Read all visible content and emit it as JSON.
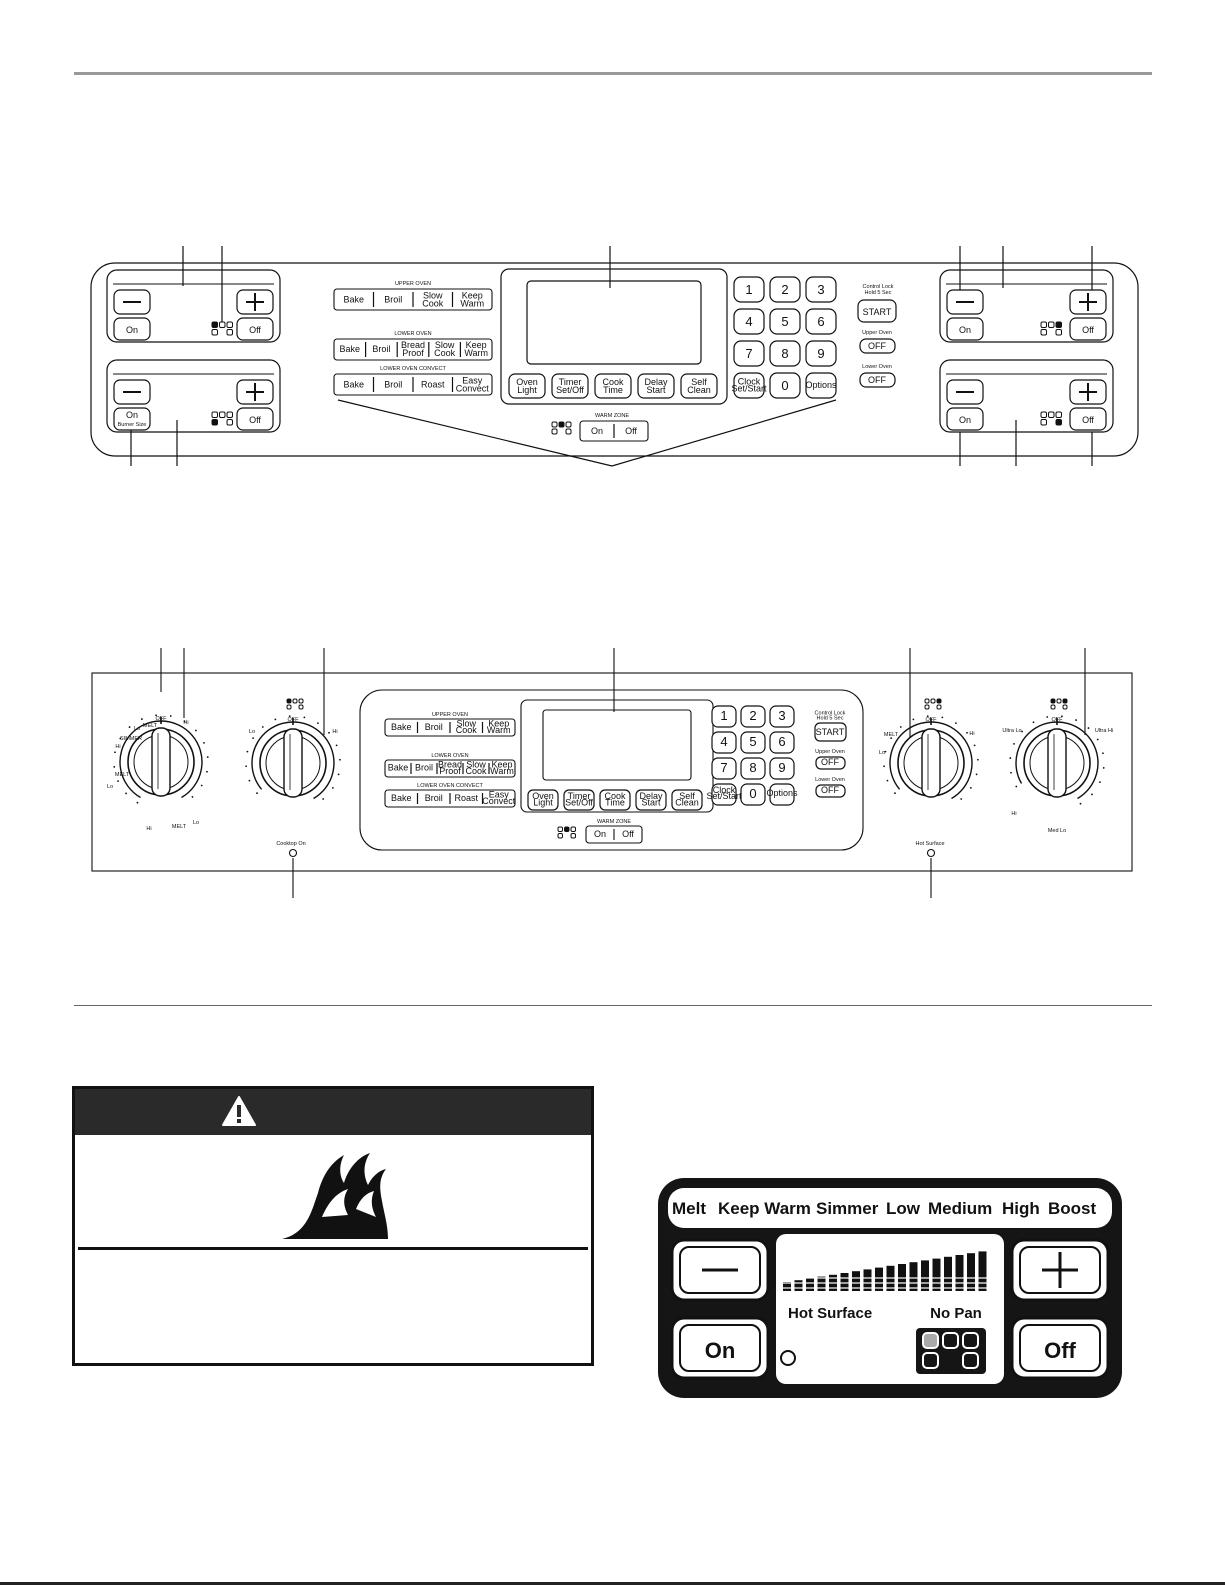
{
  "range1": {
    "upper_oven_label": "UPPER OVEN",
    "lower_oven_label": "LOWER OVEN",
    "lower_convect_label": "LOWER OVEN CONVECT",
    "upper_buttons": [
      "Bake",
      "Broil",
      "Slow\nCook",
      "Keep\nWarm"
    ],
    "lower_buttons": [
      "Bake",
      "Broil",
      "Bread\nProof",
      "Slow\nCook",
      "Keep\nWarm"
    ],
    "convect_buttons": [
      "Bake",
      "Broil",
      "Roast",
      "Easy\nConvect"
    ],
    "function_buttons": [
      "Oven\nLight",
      "Timer\nSet/Off",
      "Cook\nTime",
      "Delay\nStart",
      "Self\nClean"
    ],
    "keypad": [
      "1",
      "2",
      "3",
      "4",
      "5",
      "6",
      "7",
      "8",
      "9",
      "Clock\nSet/Start",
      "0",
      "Options"
    ],
    "control_lock": "Control Lock\nHold 5 Sec",
    "start": "START",
    "upper_oven_off_label": "Upper Oven",
    "lower_oven_off_label": "Lower Oven",
    "off": "OFF",
    "warm_zone": "WARM ZONE",
    "warm_on": "On",
    "warm_off": "Off",
    "element_on": "On",
    "element_off": "Off",
    "burner_on": "On",
    "burner_sub": "Burner Size"
  },
  "range2": {
    "knob_left_labels": [
      "OFF",
      "Lo",
      "MELT",
      "SIMMER",
      "Hi",
      "Hi",
      "MELT",
      "Lo",
      "Hi",
      "MELT",
      "Lo"
    ],
    "knob2_labels": [
      "OFF",
      "Lo",
      "Hi"
    ],
    "knob3_labels": [
      "OFF",
      "MELT",
      "Lo",
      "Hi"
    ],
    "knob4_labels": [
      "OFF",
      "Ultra Lo",
      "Ultra Hi",
      "Hi",
      "Med Lo"
    ],
    "cooktop_on": "Cooktop On",
    "hot_surface": "Hot Surface",
    "upper_oven_label": "UPPER OVEN",
    "lower_oven_label": "LOWER OVEN",
    "lower_convect_label": "LOWER OVEN CONVECT",
    "upper_buttons": [
      "Bake",
      "Broil",
      "Slow\nCook",
      "Keep\nWarm"
    ],
    "lower_buttons": [
      "Bake",
      "Broil",
      "Bread\nProof",
      "Slow\nCook",
      "Keep\nWarm"
    ],
    "convect_buttons": [
      "Bake",
      "Broil",
      "Roast",
      "Easy\nConvect"
    ],
    "function_buttons": [
      "Oven\nLight",
      "Timer\nSet/Off",
      "Cook\nTime",
      "Delay\nStart",
      "Self\nClean"
    ],
    "keypad": [
      "1",
      "2",
      "3",
      "4",
      "5",
      "6",
      "7",
      "8",
      "9",
      "Clock\nSet/Start",
      "0",
      "Options"
    ],
    "control_lock": "Control Lock\nHold 5 Sec",
    "start": "START",
    "upper_oven_off_label": "Upper Oven",
    "lower_oven_off_label": "Lower Oven",
    "off": "OFF",
    "warm_zone": "WARM ZONE",
    "warm_on": "On",
    "warm_off": "Off"
  },
  "element_panel": {
    "levels": [
      "Melt",
      "Keep Warm",
      "Simmer",
      "Low",
      "Medium",
      "High",
      "Boost"
    ],
    "on": "On",
    "off": "Off",
    "hot_surface": "Hot Surface",
    "no_pan": "No Pan",
    "bar_count": 18
  },
  "icons": {
    "warning": "warning-triangle-icon",
    "fire": "fire-icon",
    "minus": "minus-icon",
    "plus": "plus-icon",
    "element_indicator": "element-indicator-icon"
  },
  "colors": {
    "ink": "#111111",
    "warning_band": "#2a2a2a",
    "rule": "#999999"
  }
}
